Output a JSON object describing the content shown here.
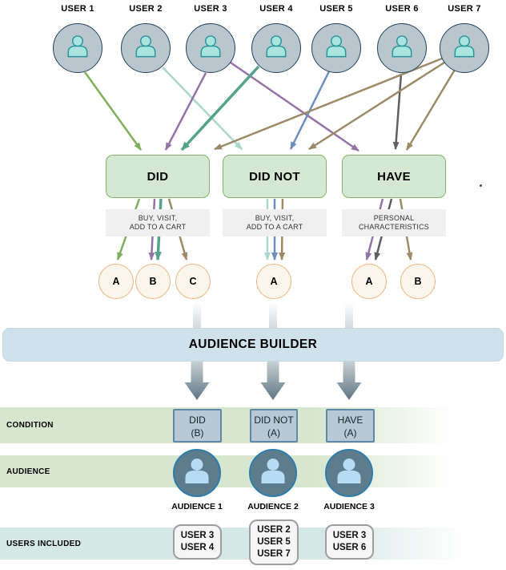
{
  "colors": {
    "green": "#7fae5c",
    "light_teal": "#abd6cb",
    "purple": "#9673a6",
    "teal": "#55a28b",
    "blue": "#6c8ebf",
    "brown": "#9c8a68",
    "dark_gray": "#5f5f5f",
    "user_circle_fill": "#b9c6ce",
    "user_circle_stroke": "#23435c",
    "user_icon_fill": "#a9e4de",
    "user_icon_stroke": "#27939b",
    "box_green_fill": "#d5e8d4",
    "box_green_stroke": "#82b366",
    "label_gray_bg": "#f0f0f0",
    "out_circle_fill": "#fbf6ec",
    "out_circle_stroke": "#f0b37e",
    "builder_bar": "#cfe2ec",
    "band_gray": "#d3d9dd",
    "band_green": "#d6e6cf",
    "band_teal": "#d6e8e5",
    "cond_box_fill": "#b9c9d4",
    "cond_box_stroke": "#5f87a8",
    "aud_circle_fill": "#5d7d8d",
    "aud_circle_stroke": "#2e7cab",
    "aud_icon_fill": "#b5dcf4",
    "users_box_fill": "#f6f6f6",
    "users_box_stroke": "#9e9e9e",
    "arrow_light": "#c9d0d4",
    "arrow_dark": "#5d7683"
  },
  "users": [
    {
      "label": "USER 1"
    },
    {
      "label": "USER 2"
    },
    {
      "label": "USER 3"
    },
    {
      "label": "USER 4"
    },
    {
      "label": "USER 5"
    },
    {
      "label": "USER 6"
    },
    {
      "label": "USER 7"
    }
  ],
  "conditions": [
    {
      "label": "DID",
      "sublabel_line1": "BUY, VISIT,",
      "sublabel_line2": "ADD TO A CART",
      "outputs": [
        "A",
        "B",
        "C"
      ]
    },
    {
      "label": "DID NOT",
      "sublabel_line1": "BUY, VISIT,",
      "sublabel_line2": "ADD TO A CART",
      "outputs": [
        "A"
      ]
    },
    {
      "label": "HAVE",
      "sublabel_line1": "PERSONAL",
      "sublabel_line2": "CHARACTERISTICS",
      "outputs": [
        "A",
        "B"
      ]
    }
  ],
  "edges": [
    {
      "from": "USER 1",
      "to": "DID",
      "output": "A",
      "color": "green"
    },
    {
      "from": "USER 2",
      "to": "DID NOT",
      "output": "A",
      "color": "light_teal"
    },
    {
      "from": "USER 3",
      "to": "DID",
      "output": "B",
      "color": "purple"
    },
    {
      "from": "USER 3",
      "to": "HAVE",
      "output": "A",
      "color": "purple"
    },
    {
      "from": "USER 4",
      "to": "DID",
      "output": "B",
      "color": "teal"
    },
    {
      "from": "USER 5",
      "to": "DID NOT",
      "output": "A",
      "color": "blue"
    },
    {
      "from": "USER 6",
      "to": "HAVE",
      "output": "A",
      "color": "dark_gray"
    },
    {
      "from": "USER 7",
      "to": "DID",
      "output": "C",
      "color": "brown"
    },
    {
      "from": "USER 7",
      "to": "DID NOT",
      "output": "A",
      "color": "brown"
    },
    {
      "from": "USER 7",
      "to": "HAVE",
      "output": "B",
      "color": "brown"
    }
  ],
  "builder": {
    "label": "AUDIENCE BUILDER"
  },
  "row_labels": {
    "condition": "CONDITION",
    "audience": "AUDIENCE",
    "users_included": "USERS INCLUDED"
  },
  "results": [
    {
      "condition_line1": "DID",
      "condition_line2": "(B)",
      "audience_label": "AUDIENCE 1",
      "users": [
        "USER 3",
        "USER 4"
      ]
    },
    {
      "condition_line1": "DID NOT",
      "condition_line2": "(A)",
      "audience_label": "AUDIENCE 2",
      "users": [
        "USER 2",
        "USER 5",
        "USER 7"
      ]
    },
    {
      "condition_line1": "HAVE",
      "condition_line2": "(A)",
      "audience_label": "AUDIENCE 3",
      "users": [
        "USER 3",
        "USER 6"
      ]
    }
  ],
  "misc": {
    "stray_dot": "."
  }
}
